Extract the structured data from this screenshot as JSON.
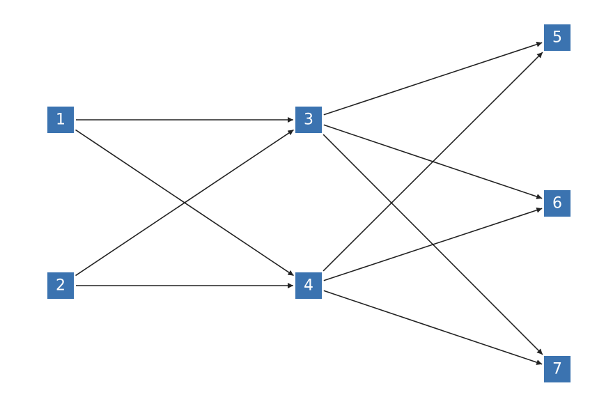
{
  "graph": {
    "node_color": "#3b73b0",
    "edge_color": "#222222",
    "nodes": [
      {
        "id": "1",
        "label": "1"
      },
      {
        "id": "2",
        "label": "2"
      },
      {
        "id": "3",
        "label": "3"
      },
      {
        "id": "4",
        "label": "4"
      },
      {
        "id": "5",
        "label": "5"
      },
      {
        "id": "6",
        "label": "6"
      },
      {
        "id": "7",
        "label": "7"
      }
    ],
    "edges": [
      {
        "from": "1",
        "to": "3"
      },
      {
        "from": "1",
        "to": "4"
      },
      {
        "from": "2",
        "to": "3"
      },
      {
        "from": "2",
        "to": "4"
      },
      {
        "from": "3",
        "to": "5"
      },
      {
        "from": "3",
        "to": "6"
      },
      {
        "from": "3",
        "to": "7"
      },
      {
        "from": "4",
        "to": "5"
      },
      {
        "from": "4",
        "to": "6"
      },
      {
        "from": "4",
        "to": "7"
      }
    ]
  }
}
